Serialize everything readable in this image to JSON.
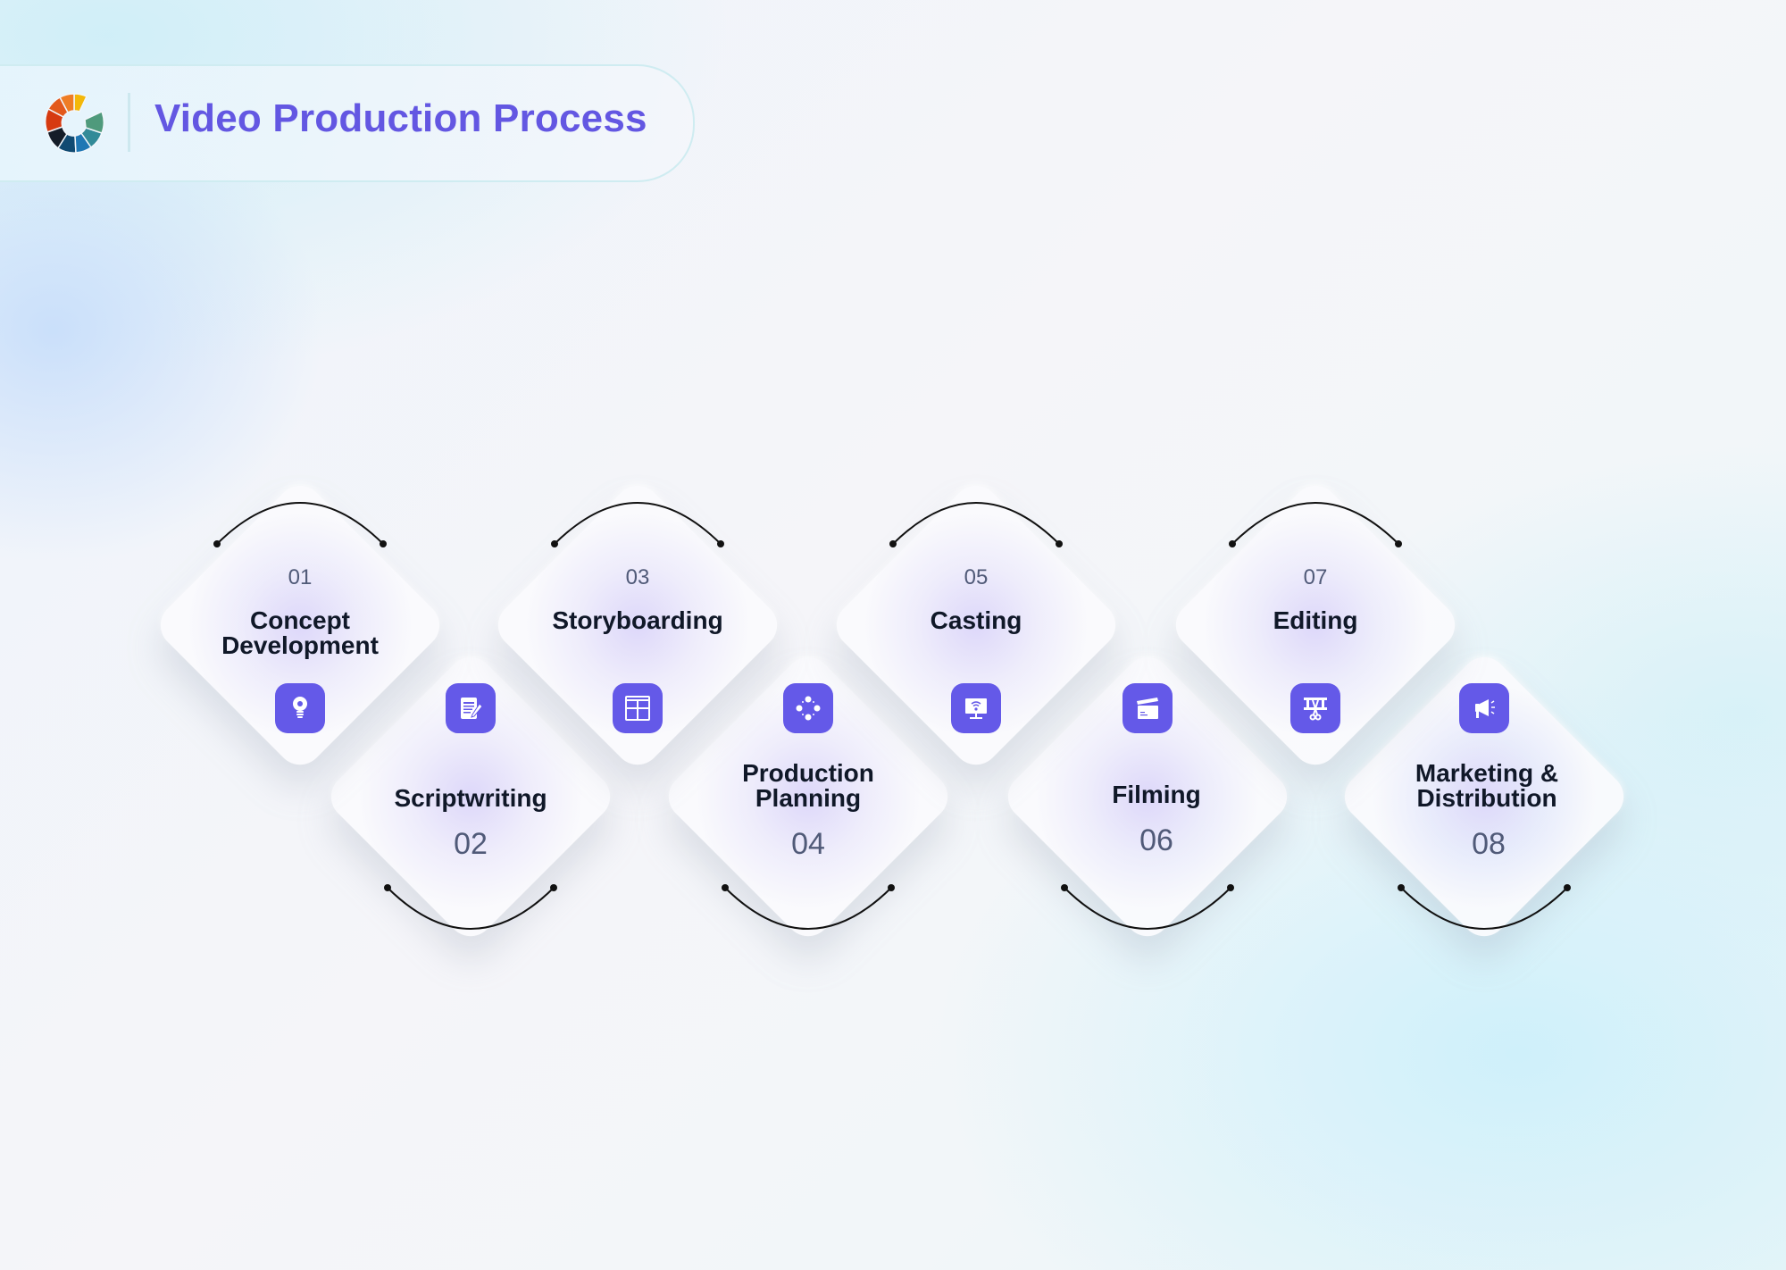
{
  "header": {
    "title": "Video Production Process",
    "logo_colors": [
      "#f0b400",
      "#ef7a23",
      "#e05a1c",
      "#d6380f",
      "#141c26",
      "#0f4a72",
      "#1f78b4",
      "#338b96",
      "#4f9a7c"
    ]
  },
  "theme": {
    "accent": "#6357e2",
    "icon_bg": "#6459e8",
    "title_text": "#101828",
    "number_text": "#505a78"
  },
  "steps": [
    {
      "number": "01",
      "title": "Concept Development",
      "icon": "lightbulb-gear-icon"
    },
    {
      "number": "02",
      "title": "Scriptwriting",
      "icon": "script-pencil-icon"
    },
    {
      "number": "03",
      "title": "Storyboarding",
      "icon": "storyboard-icon"
    },
    {
      "number": "04",
      "title": "Production Planning",
      "icon": "planning-cycle-icon"
    },
    {
      "number": "05",
      "title": "Casting",
      "icon": "monitor-signal-icon"
    },
    {
      "number": "06",
      "title": "Filming",
      "icon": "clapperboard-icon"
    },
    {
      "number": "07",
      "title": "Editing",
      "icon": "film-scissors-icon"
    },
    {
      "number": "08",
      "title": "Marketing & Distribution",
      "icon": "megaphone-icon"
    }
  ],
  "labels": {
    "s1_line1": "Concept",
    "s1_line2": "Development",
    "s4_line1": "Production",
    "s4_line2": "Planning",
    "s8_line1": "Marketing &",
    "s8_line2": "Distribution"
  }
}
